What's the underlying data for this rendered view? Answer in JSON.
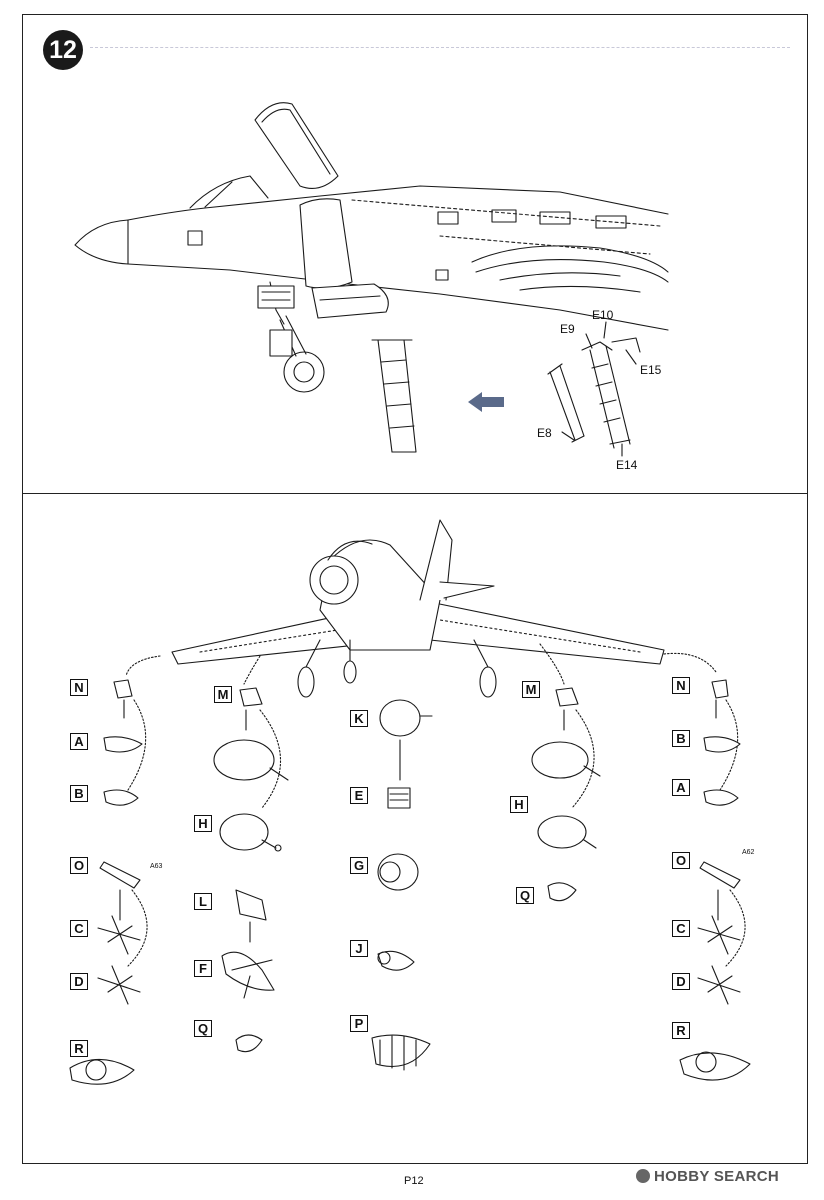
{
  "step": {
    "number": "12"
  },
  "top_panel": {
    "callouts": [
      "E9",
      "E10",
      "E15",
      "E8",
      "E14"
    ]
  },
  "bottom_panel": {
    "left_outer": {
      "labels": [
        "N",
        "A",
        "B",
        "O",
        "C",
        "D",
        "R"
      ],
      "part_ref": "A63"
    },
    "left_inner": {
      "labels": [
        "M",
        "H",
        "L",
        "F",
        "Q"
      ]
    },
    "center": {
      "labels": [
        "K",
        "E",
        "G",
        "J",
        "P"
      ]
    },
    "right_inner": {
      "labels": [
        "M",
        "H",
        "Q"
      ]
    },
    "right_outer": {
      "labels": [
        "N",
        "B",
        "A",
        "O",
        "C",
        "D",
        "R"
      ],
      "part_ref": "A62"
    }
  },
  "footer": {
    "page": "P12",
    "watermark": "HOBBY SEARCH"
  },
  "colors": {
    "ink": "#1a1a1a",
    "arrow": "#5a6a8a"
  }
}
